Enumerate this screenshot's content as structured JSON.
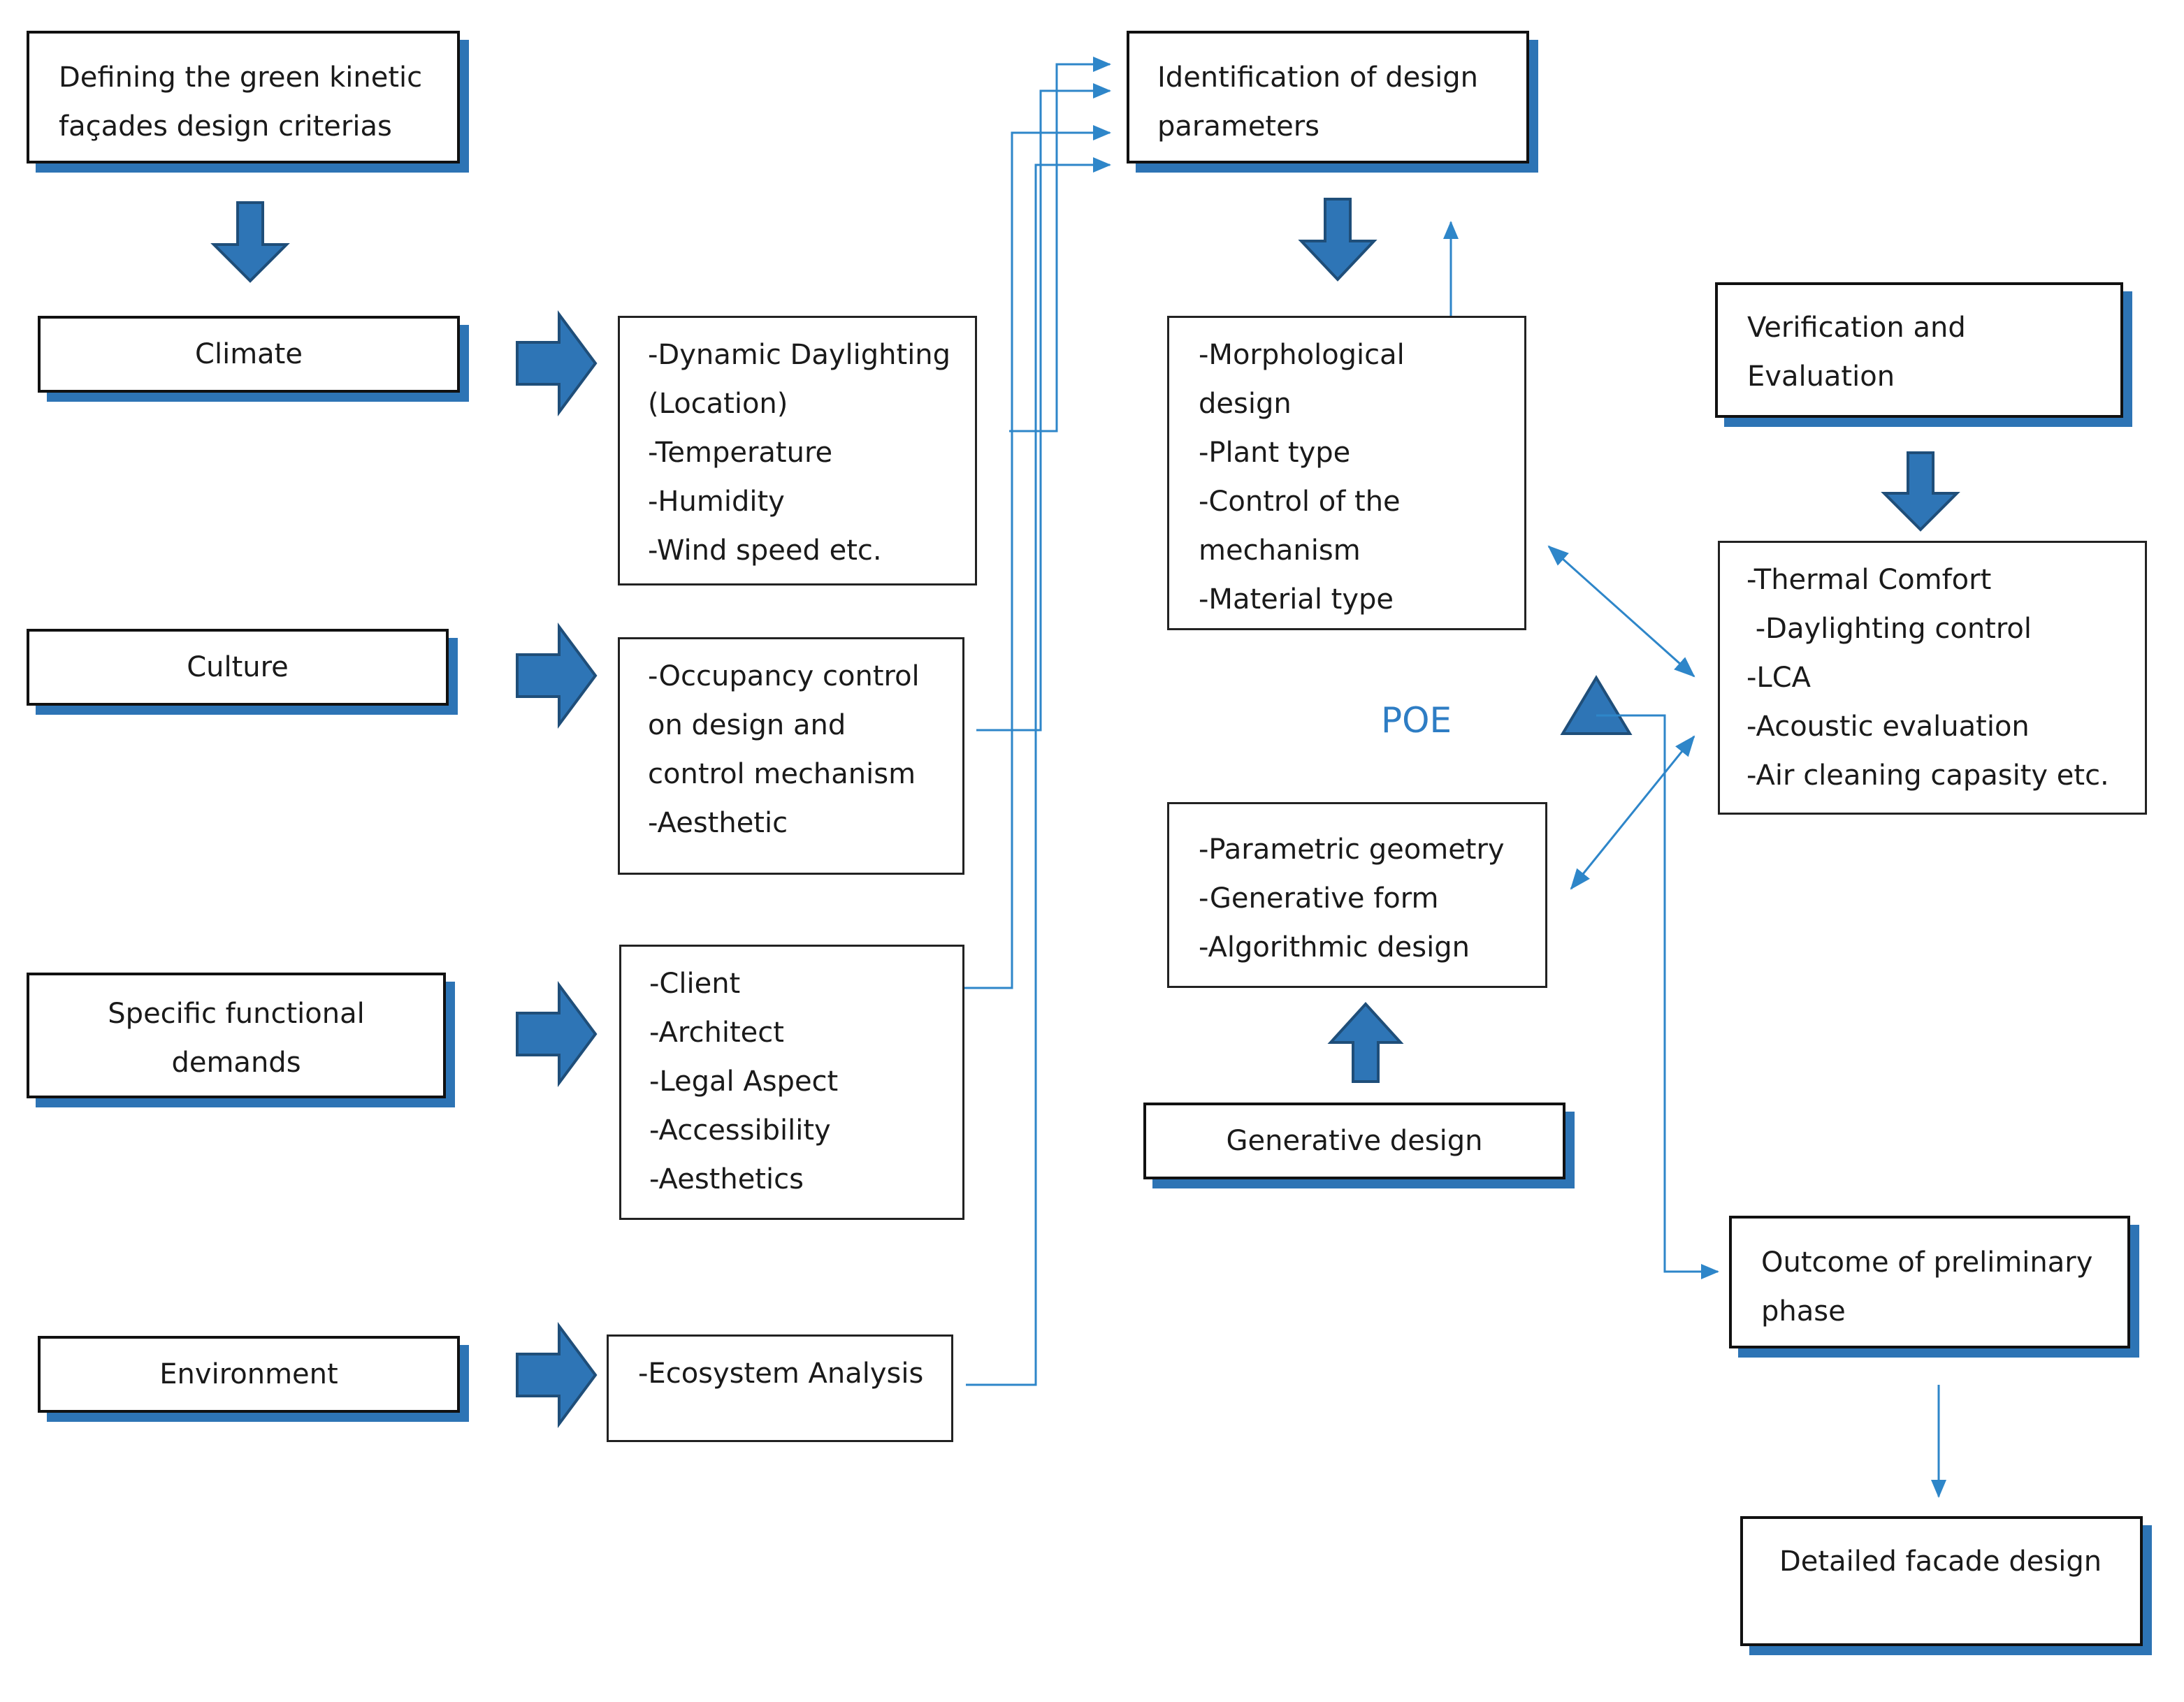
{
  "defining": [
    "Defining the green kinetic",
    "façades design criterias"
  ],
  "climate": "Climate",
  "culture": "Culture",
  "specific": [
    "Specific functional",
    "demands"
  ],
  "environment": "Environment",
  "climate_list": [
    "-Dynamic Daylighting",
    "(Location)",
    "-Temperature",
    "-Humidity",
    "-Wind speed etc."
  ],
  "culture_list": [
    "-Occupancy control",
    "on design and",
    "control mechanism",
    "-Aesthetic"
  ],
  "specific_list": [
    "-Client",
    "-Architect",
    "-Legal Aspect",
    "-Accessibility",
    "-Aesthetics"
  ],
  "environment_list": [
    "-Ecosystem Analysis"
  ],
  "identification": [
    "Identification of design",
    "parameters"
  ],
  "morphological_list": [
    "-Morphological",
    "design",
    "-Plant type",
    "-Control of the",
    "mechanism",
    "-Material type"
  ],
  "poe": "POE",
  "parametric_list": [
    "-Parametric geometry",
    "-Generative form",
    "-Algorithmic design"
  ],
  "generative": "Generative design",
  "verification": [
    "Verification and",
    "Evaluation"
  ],
  "evaluation_list": [
    "-Thermal Comfort",
    " -Daylighting control",
    "-LCA",
    "-Acoustic evaluation",
    "-Air cleaning capasity etc."
  ],
  "outcome": [
    "Outcome of preliminary",
    "phase"
  ],
  "detailed": "Detailed facade design",
  "colors": {
    "accent": "#2d74b5",
    "arrow": "#2e75b6",
    "line": "#2e86c9"
  }
}
